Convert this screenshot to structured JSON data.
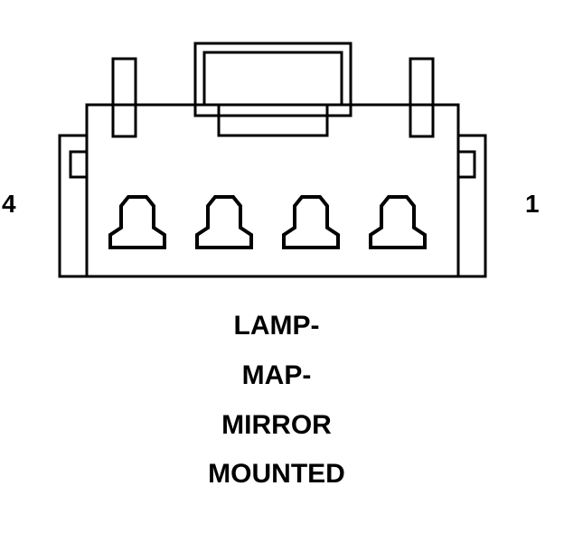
{
  "connector": {
    "cavity_count": 4,
    "pin_left_label": "4",
    "pin_right_label": "1",
    "line_color": "#000000",
    "background_color": "#ffffff"
  },
  "caption": {
    "line1": "LAMP-",
    "line2": "MAP-",
    "line3": "MIRROR",
    "line4": "MOUNTED"
  }
}
